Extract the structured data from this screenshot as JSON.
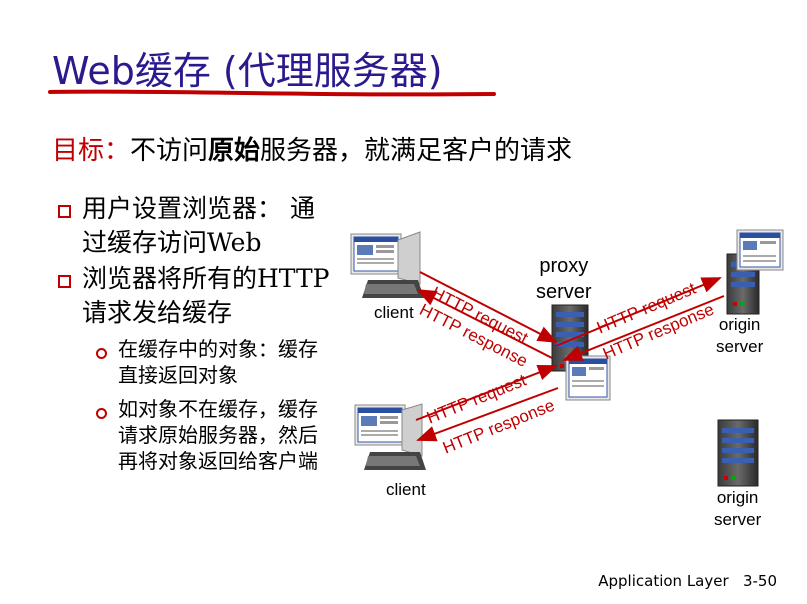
{
  "title": "Web缓存 (代理服务器)",
  "goal": {
    "label": "目标：",
    "text_a": "不访问",
    "text_bold": "原始",
    "text_b": "服务器，就满足客户的请求"
  },
  "bullets": [
    {
      "line1": "用户设置浏览器： 通",
      "line2": "过缓存访问Web"
    },
    {
      "line1": "浏览器将所有的HTTP",
      "line2": "请求发给缓存"
    }
  ],
  "sub_bullets": [
    {
      "lines": [
        "在缓存中的对象：缓存",
        "直接返回对象"
      ]
    },
    {
      "lines": [
        "如对象不在缓存，缓存",
        "请求原始服务器，然后",
        "再将对象返回给客户端"
      ]
    }
  ],
  "diagram": {
    "client_label": "client",
    "proxy_label_1": "proxy",
    "proxy_label_2": "server",
    "origin_label_1": "origin",
    "origin_label_2": "server",
    "http_request": "HTTP request",
    "http_response": "HTTP response",
    "arrow_color": "#c00000"
  },
  "footer": {
    "chapter": "Application Layer",
    "page": "3-50"
  }
}
